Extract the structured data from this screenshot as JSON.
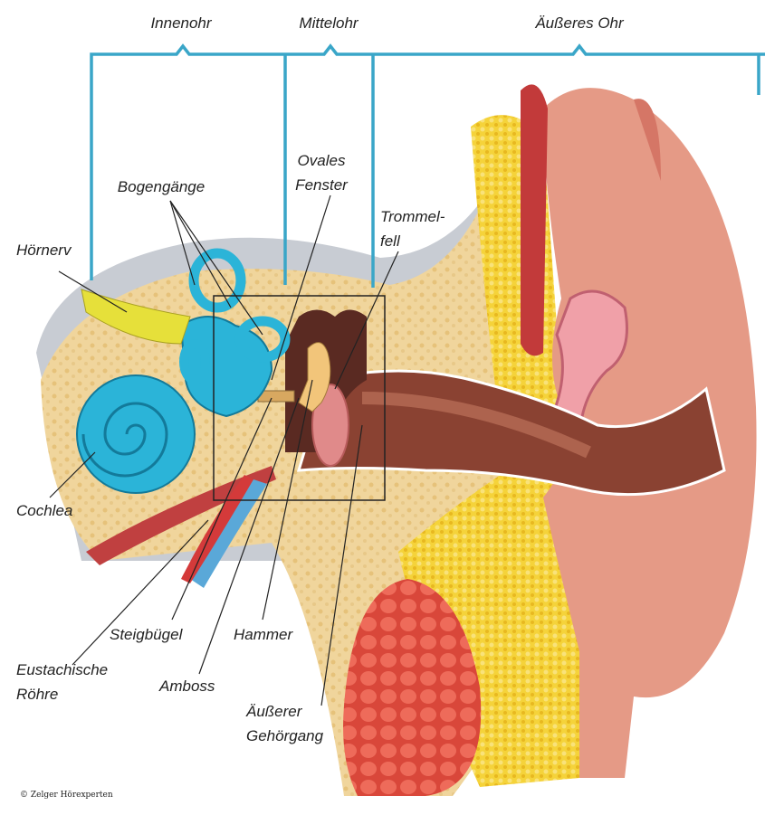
{
  "sections": {
    "inner_ear": "Innenohr",
    "middle_ear": "Mittelohr",
    "outer_ear": "Äußeres Ohr"
  },
  "labels": {
    "semicircular_canals": "Bogengänge",
    "oval_window_1": "Ovales",
    "oval_window_2": "Fenster",
    "eardrum_1": "Trommel-",
    "eardrum_2": "fell",
    "auditory_nerve": "Hörnerv",
    "cochlea": "Cochlea",
    "stapes": "Steigbügel",
    "malleus": "Hammer",
    "eustachian_tube_1": "Eustachische",
    "eustachian_tube_2": "Röhre",
    "incus": "Amboss",
    "ear_canal_1": "Äußerer",
    "ear_canal_2": "Gehörgang"
  },
  "copyright": "© Zelger Hörexperten",
  "colors": {
    "bracket": "#3aa6c8",
    "cochlea": "#2bb4d8",
    "bone": "#f2d9a0",
    "skin": "#e8a08a",
    "canal": "#7a3a2a"
  }
}
